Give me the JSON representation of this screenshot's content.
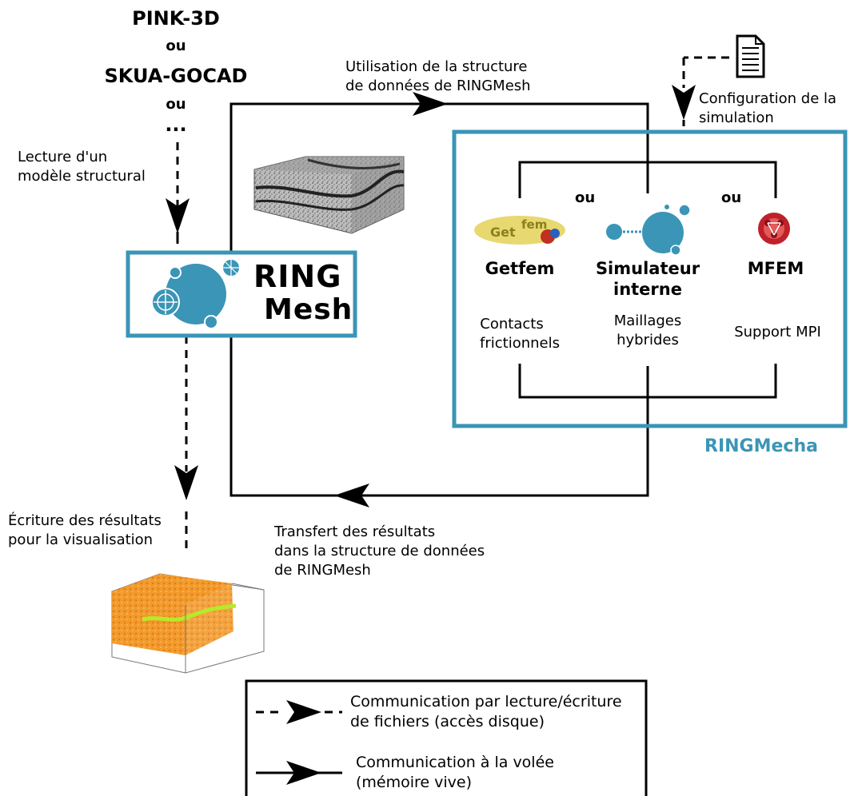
{
  "sources": {
    "pink3d": "PINK-3D",
    "ou1": "ou",
    "skua": "SKUA-GOCAD",
    "ou2": "ou",
    "ellipsis": "..."
  },
  "labels": {
    "read_model_1": "Lecture d'un",
    "read_model_2": "modèle structural",
    "use_structure_1": "Utilisation de la structure",
    "use_structure_2": "de données de RINGMesh",
    "config_1": "Configuration de la",
    "config_2": "simulation",
    "write_results_1": "Écriture des résultats",
    "write_results_2": "pour la visualisation",
    "transfer_1": "Transfert des résultats",
    "transfer_2": "dans la structure de données",
    "transfer_3": "de RINGMesh"
  },
  "ringmesh": {
    "logo_line1": "RING",
    "logo_line2": "Mesh"
  },
  "ringmecha": {
    "title": "RINGMecha",
    "ou_left": "ou",
    "ou_right": "ou",
    "solvers": [
      {
        "name": "Getfem",
        "feature_1": "Contacts",
        "feature_2": "frictionnels"
      },
      {
        "name_1": "Simulateur",
        "name_2": "interne",
        "feature_1": "Maillages",
        "feature_2": "hybrides"
      },
      {
        "name": "MFEM",
        "feature_1": "Support MPI"
      }
    ],
    "getfem_logo_1": "Get",
    "getfem_logo_2": "fem"
  },
  "legend": {
    "dashed_1": "Communication par lecture/écriture",
    "dashed_2": "de fichiers (accès disque)",
    "solid_1": "Communication à la volée",
    "solid_2": "(mémoire vive)"
  },
  "colors": {
    "ring_blue": "#3a95b6",
    "orange_result": "#f09020",
    "mesh_gray": "#7a7a7a"
  }
}
